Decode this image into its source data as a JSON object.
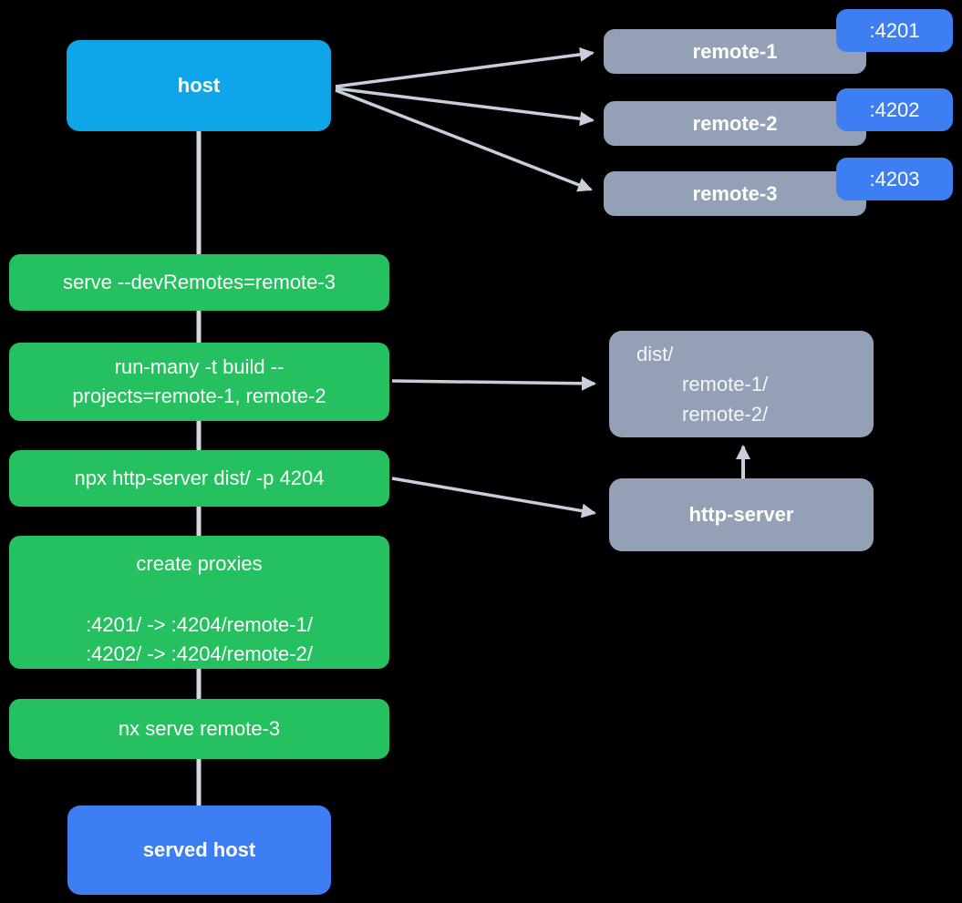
{
  "diagram": {
    "host": {
      "label": "host"
    },
    "served_host": {
      "label": "served host"
    },
    "remotes": [
      {
        "label": "remote-1",
        "port": ":4201"
      },
      {
        "label": "remote-2",
        "port": ":4202"
      },
      {
        "label": "remote-3",
        "port": ":4203"
      }
    ],
    "steps": {
      "serve": "serve --devRemotes=remote-3",
      "run_many_line1": "run-many -t build --",
      "run_many_line2": "projects=remote-1, remote-2",
      "npx_http_server": "npx http-server dist/ -p 4204",
      "create_proxies_title": "create proxies",
      "proxy_rule_1": ":4201/ -> :4204/remote-1/",
      "proxy_rule_2": ":4202/ -> :4204/remote-2/",
      "nx_serve": "nx serve remote-3"
    },
    "dist": {
      "title": "dist/",
      "entries": [
        "remote-1/",
        "remote-2/"
      ]
    },
    "http_server": {
      "label": "http-server"
    },
    "colors": {
      "background": "#000000",
      "host_box": "#0ea5e9",
      "command_box": "#25c160",
      "remote_box": "#94a0b5",
      "port_badge": "#3e7ef3",
      "served_host_box": "#3e7ef3",
      "connector_line": "#d4d8e3",
      "arrow": "#c7cfdd",
      "text": "#ffffff"
    }
  }
}
